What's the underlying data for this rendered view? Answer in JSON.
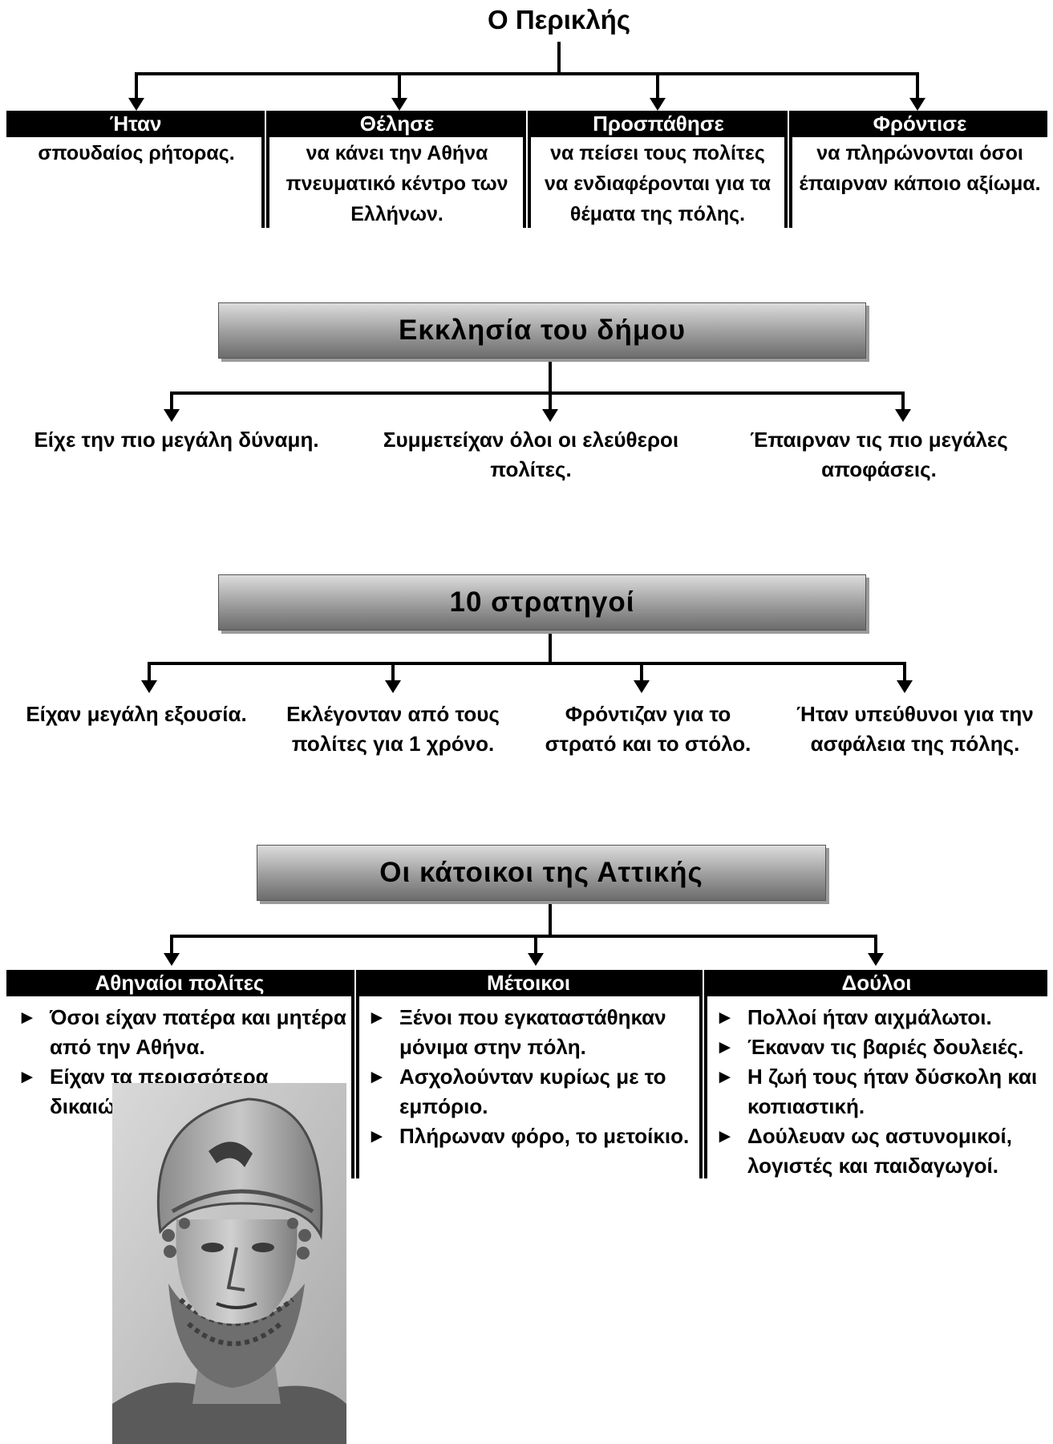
{
  "pericles": {
    "title": "Ο Περικλής",
    "columns": [
      {
        "header": "Ήταν",
        "text": "σπουδαίος ρήτορας."
      },
      {
        "header": "Θέλησε",
        "text": "να κάνει την Αθήνα πνευματικό κέντρο των Ελλήνων."
      },
      {
        "header": "Προσπάθησε",
        "text": "να πείσει τους πολίτες να ενδιαφέρονται για τα θέματα της πόλης."
      },
      {
        "header": "Φρόντισε",
        "text": "να πληρώνονται όσοι έπαιρναν κάποιο αξίωμα."
      }
    ]
  },
  "ekklesia": {
    "title": "Εκκλησία του δήμου",
    "items": [
      "Είχε την πιο μεγάλη δύναμη.",
      "Συμμετείχαν όλοι οι ελεύθεροι πολίτες.",
      "Έπαιρναν τις πιο μεγάλες αποφάσεις."
    ]
  },
  "strategoi": {
    "title": "10 στρατηγοί",
    "items": [
      "Είχαν μεγάλη εξουσία.",
      "Εκλέγονταν από τους πολίτες για 1 χρόνο.",
      "Φρόντιζαν για το στρατό και το στόλο.",
      "Ήταν υπεύθυνοι για την ασφάλεια της πόλης."
    ]
  },
  "attica": {
    "title": "Οι κάτοικοι της Αττικής",
    "bullet_symbol": "►",
    "columns": [
      {
        "header": "Αθηναίοι πολίτες",
        "bullets": [
          "Όσοι είχαν πατέρα και μητέρα από την Αθήνα.",
          "Είχαν τα περισσότερα δικαιώματα."
        ]
      },
      {
        "header": "Μέτοικοι",
        "bullets": [
          "Ξένοι που εγκαταστάθηκαν μόνιμα στην πόλη.",
          "Ασχολούνταν κυρίως με το εμπόριο.",
          "Πλήρωναν φόρο, το μετοίκιο."
        ]
      },
      {
        "header": "Δούλοι",
        "bullets": [
          "Πολλοί ήταν αιχμάλωτοι.",
          "Έκαναν τις βαριές δουλειές.",
          "Η ζωή τους ήταν δύσκολη και κοπιαστική.",
          "Δούλευαν ως αστυνομικοί, λογιστές και παιδαγωγοί."
        ]
      }
    ]
  },
  "image": {
    "icon": "pericles-bust-icon"
  }
}
